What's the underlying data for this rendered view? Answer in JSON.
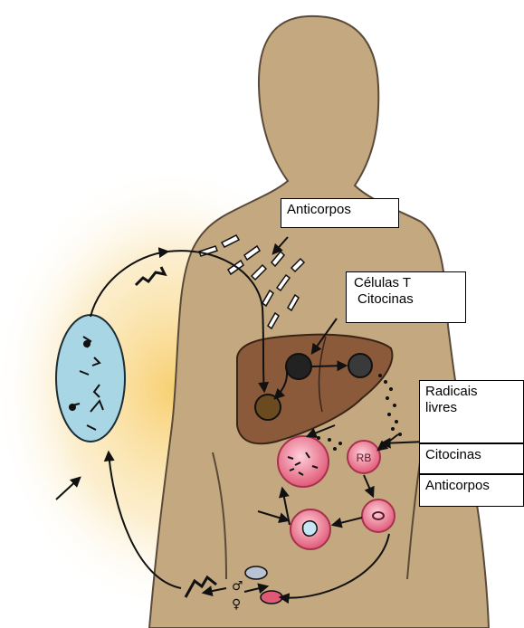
{
  "labels": {
    "antibodies_top": "Anticorpos",
    "t_cells": "Células T",
    "cytokines_top": "Citocinas",
    "free_radicals_1": "Radicais",
    "free_radicals_2": "livres",
    "cytokines_right": "Citocinas",
    "antibodies_right": "Anticorpos"
  },
  "symbols": {
    "male": "♂",
    "female": "♀",
    "red_cell_code": "RB"
  },
  "colors": {
    "body": "#c4a87f",
    "body_outline": "#5a4a3a",
    "glow": "#f6d37a",
    "liver": "#8a5a3b",
    "node": "#a9d6e4",
    "cell": "#e05a78"
  }
}
